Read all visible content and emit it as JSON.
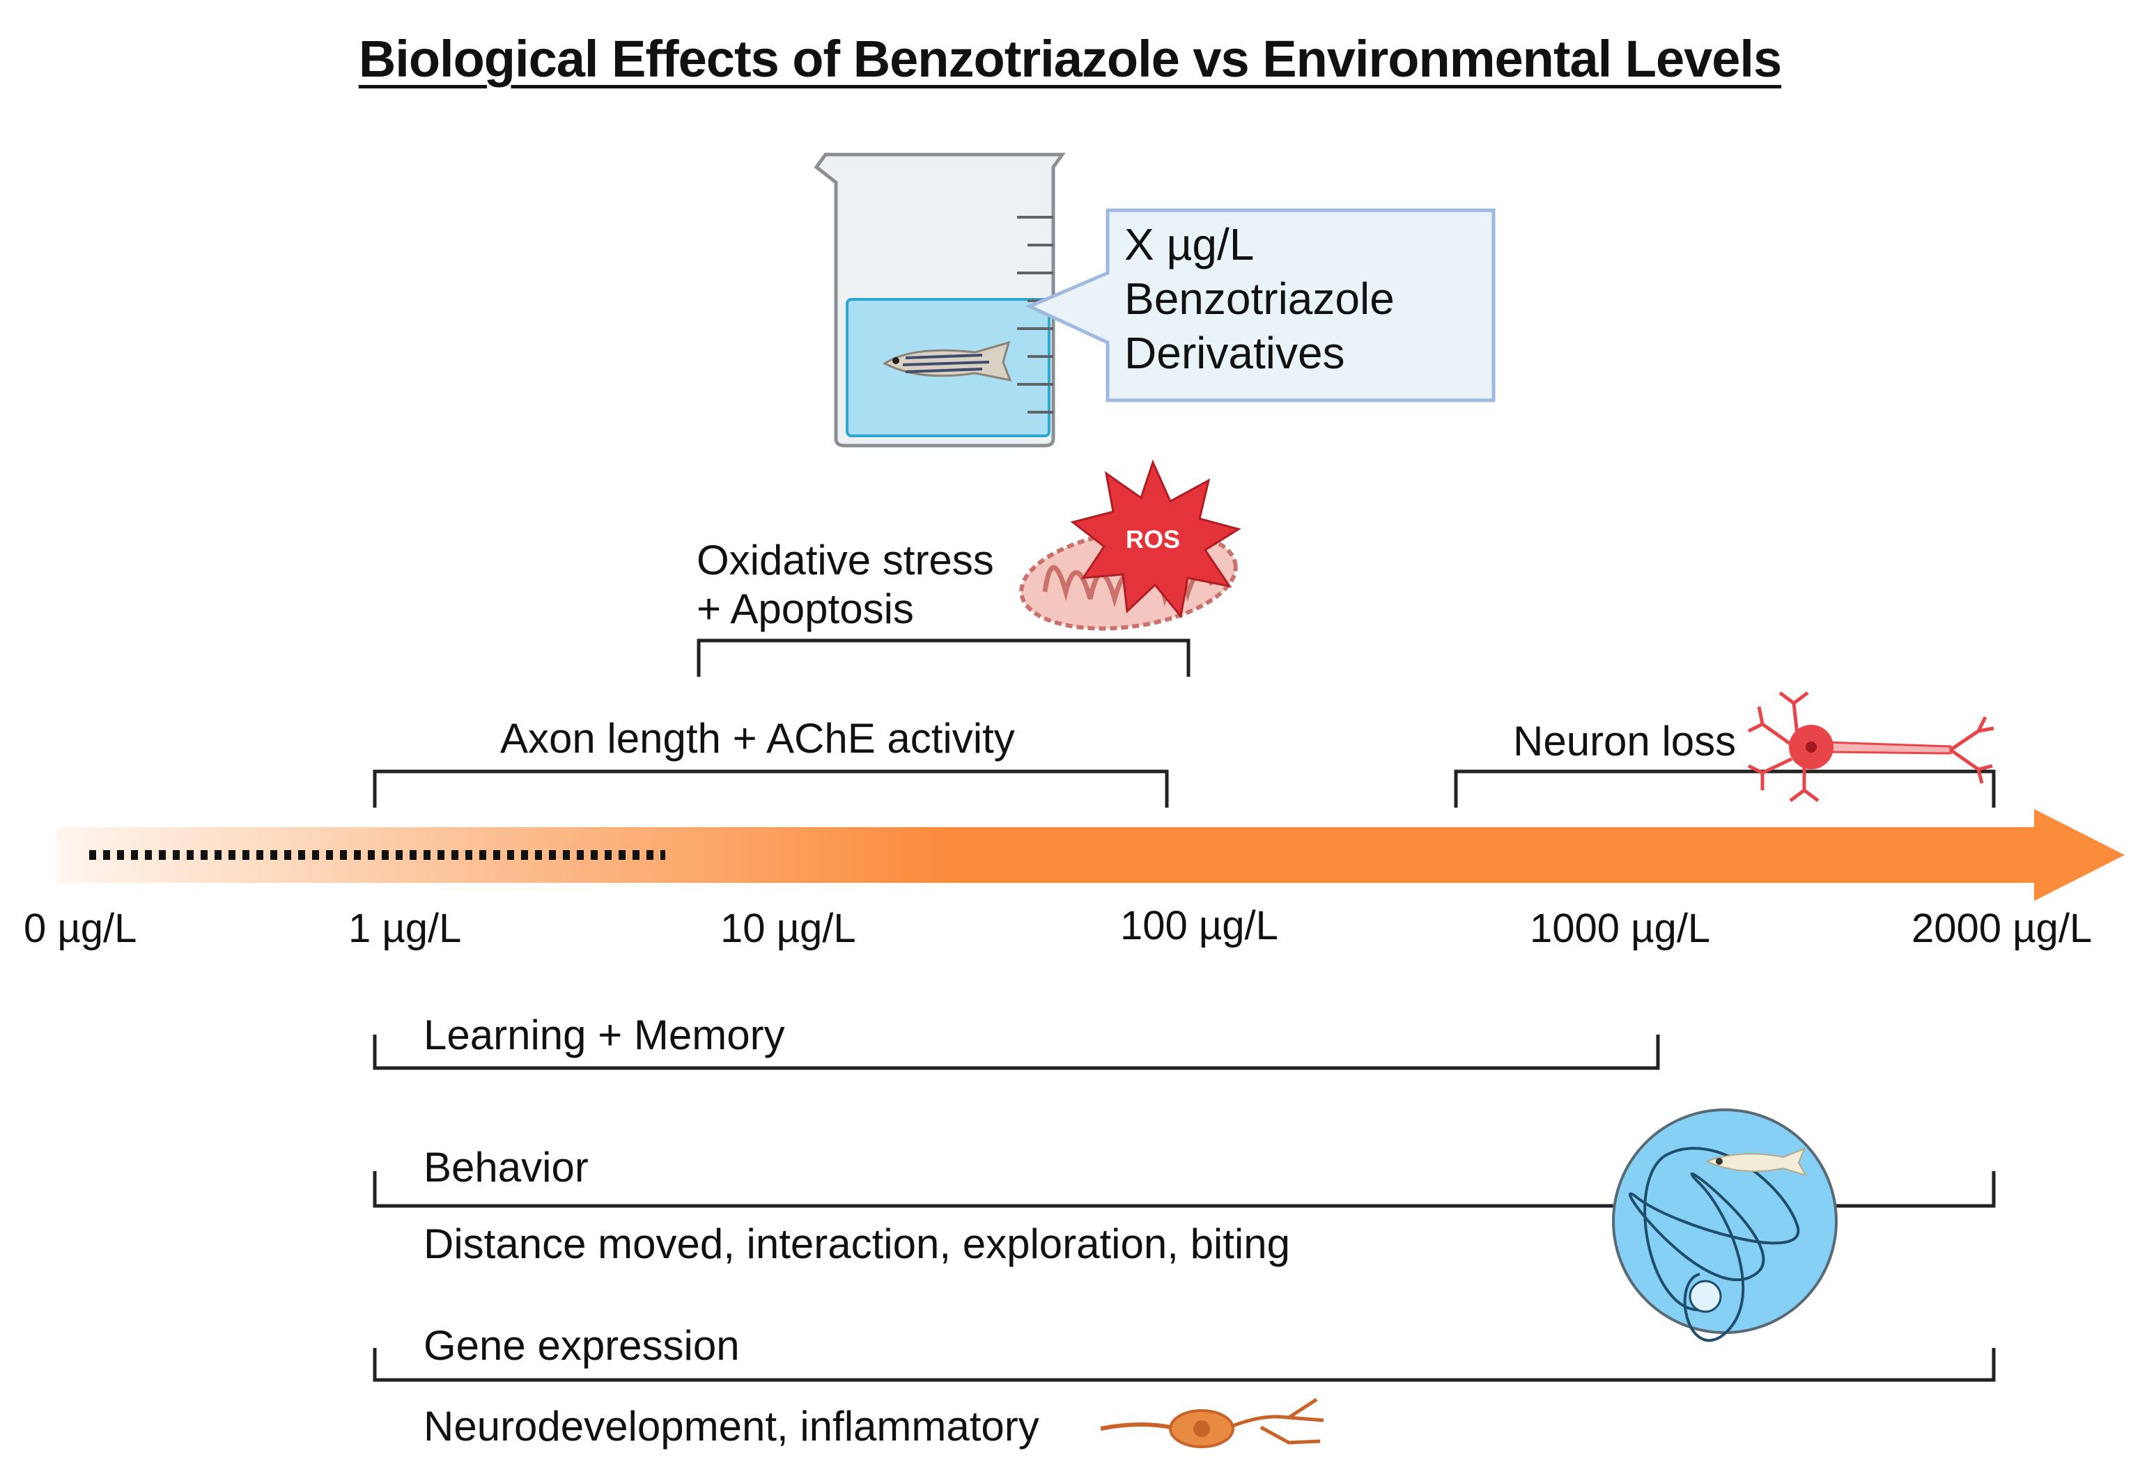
{
  "title": "Biological Effects of Benzotriazole vs  Environmental Levels",
  "beaker_callout": {
    "line1": "X µg/L",
    "line2": "Benzotriazole",
    "line3": "Derivatives"
  },
  "ros_label": "ROS",
  "axis_ticks": [
    "0 µg/L",
    "1 µg/L",
    "10 µg/L",
    "100 µg/L",
    "1000 µg/L",
    "2000 µg/L"
  ],
  "effects": {
    "oxidative_line1": "Oxidative stress",
    "oxidative_line2": "+ Apoptosis",
    "axon": "Axon length + AChE activity",
    "neuron_loss": "Neuron loss",
    "learning": "Learning + Memory",
    "behavior": "Behavior",
    "behavior_detail": "Distance moved, interaction, exploration, biting",
    "gene": "Gene expression",
    "gene_detail": "Neurodevelopment, inflammatory"
  },
  "colors": {
    "arrow": "#fb8c3c",
    "water": "#a9def3",
    "callout_fill": "#eaf4f8",
    "callout_stroke": "#9fb9e0",
    "ros": "#e4333a",
    "mito": "#e8a39c",
    "neuron": "#e8454a",
    "arena": "#86cff5"
  }
}
